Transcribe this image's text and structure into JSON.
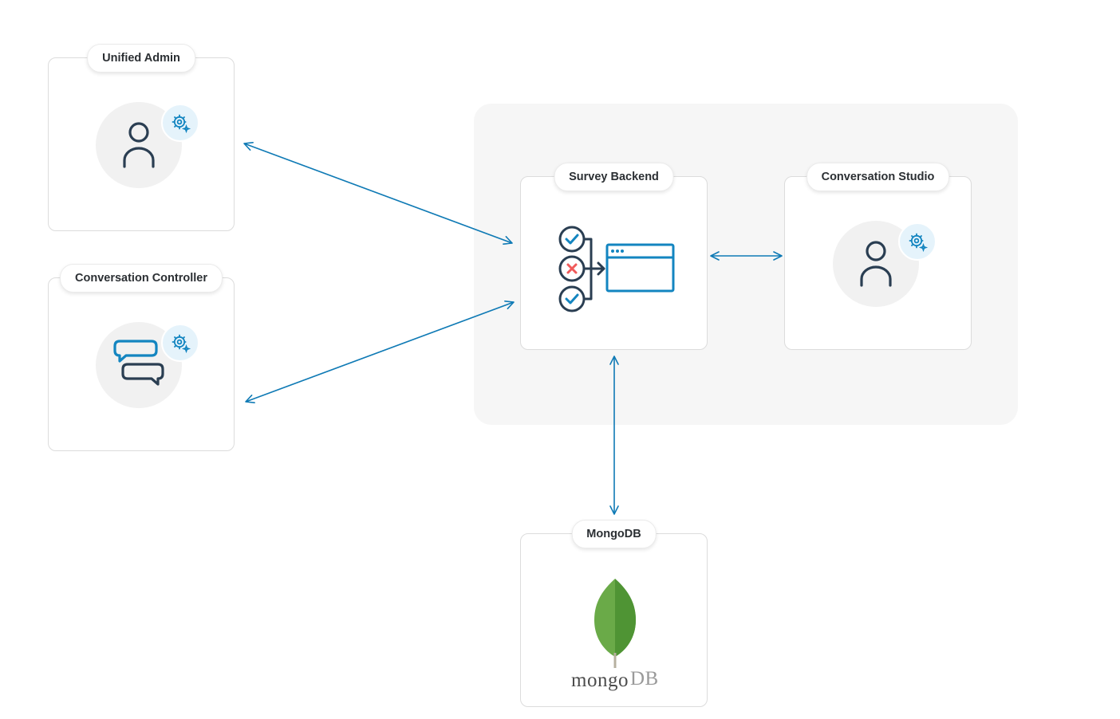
{
  "nodes": {
    "unified_admin": {
      "label": "Unified Admin",
      "icon": "user-icon",
      "badge": "gear-sparkle-icon"
    },
    "conversation_controller": {
      "label": "Conversation Controller",
      "icon": "chat-bubbles-icon",
      "badge": "gear-sparkle-icon"
    },
    "survey_backend": {
      "label": "Survey Backend",
      "icon": "survey-checklist-icon"
    },
    "conversation_studio": {
      "label": "Conversation Studio",
      "icon": "user-icon",
      "badge": "gear-sparkle-icon"
    },
    "mongodb": {
      "label": "MongoDB",
      "icon": "mongodb-leaf-logo",
      "logo_word_1": "mongo",
      "logo_word_2": "DB"
    }
  },
  "edges": [
    {
      "from": "Unified Admin",
      "to": "Survey Backend",
      "direction": "bidirectional"
    },
    {
      "from": "Conversation Controller",
      "to": "Survey Backend",
      "direction": "bidirectional"
    },
    {
      "from": "Survey Backend",
      "to": "Conversation Studio",
      "direction": "bidirectional"
    },
    {
      "from": "Survey Backend",
      "to": "MongoDB",
      "direction": "bidirectional"
    }
  ],
  "colors": {
    "arrow": "#0f7ab5",
    "accent_blue": "#1385c0",
    "icon_dark": "#2a3e52",
    "error_red": "#f05a5a",
    "mongo_leaf": "#5aa23b",
    "mongo_word": "#4c4c4c",
    "mongo_db": "#9a9a9a",
    "group_background": "#f6f6f6"
  }
}
